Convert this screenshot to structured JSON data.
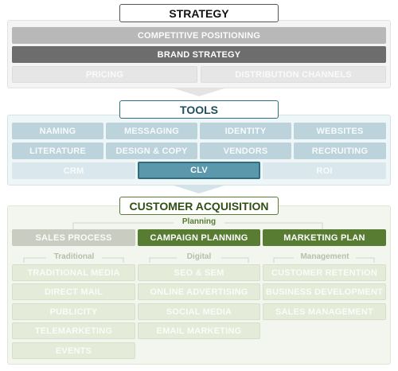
{
  "strategy": {
    "title": "STRATEGY",
    "competitive_positioning": "COMPETITIVE POSITIONING",
    "brand_strategy": "BRAND STRATEGY",
    "pricing": "PRICING",
    "distribution_channels": "DISTRIBUTION CHANNELS"
  },
  "tools": {
    "title": "TOOLS",
    "row1": [
      "NAMING",
      "MESSAGING",
      "IDENTITY",
      "WEBSITES"
    ],
    "row2": [
      "LITERATURE",
      "DESIGN & COPY",
      "VENDORS",
      "RECRUITING"
    ],
    "row3": [
      "CRM",
      "CLV",
      "ROI"
    ]
  },
  "acquisition": {
    "title": "CUSTOMER ACQUISITION",
    "planning_label": "Planning",
    "sales_process": "SALES PROCESS",
    "campaign_planning": "CAMPAIGN PLANNING",
    "marketing_plan": "MARKETING PLAN",
    "traditional": {
      "label": "Traditional",
      "items": [
        "TRADITIONAL MEDIA",
        "DIRECT MAIL",
        "PUBLICITY",
        "TELEMARKETING",
        "EVENTS"
      ]
    },
    "digital": {
      "label": "Digital",
      "items": [
        "SEO & SEM",
        "ONLINE ADVERTISING",
        "SOCIAL MEDIA",
        "EMAIL MARKETING"
      ]
    },
    "management": {
      "label": "Management",
      "items": [
        "CUSTOMER RETENTION",
        "BUSINESS DEVELOPMENT",
        "SALES MANAGEMENT"
      ]
    }
  },
  "colors": {
    "strategy_accent": "#6d6d6d",
    "tools_accent": "#2f6d80",
    "acquisition_accent": "#577c32"
  }
}
